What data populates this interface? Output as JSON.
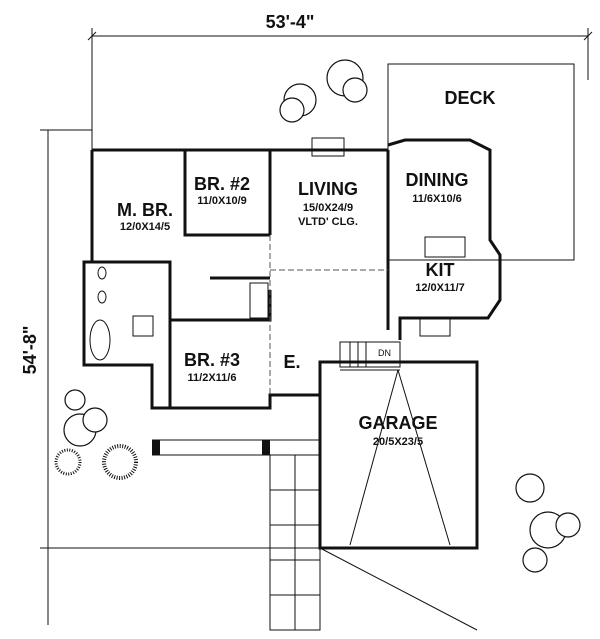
{
  "dimensions": {
    "width": "53'-4\"",
    "depth": "54'-8\""
  },
  "rooms": {
    "deck": {
      "name": "DECK"
    },
    "dining": {
      "name": "DINING",
      "size": "11/6X10/6"
    },
    "living": {
      "name": "LIVING",
      "size": "15/0X24/9",
      "note": "VLTD' CLG."
    },
    "master": {
      "name": "M. BR.",
      "size": "12/0X14/5"
    },
    "br2": {
      "name": "BR. #2",
      "size": "11/0X10/9"
    },
    "kit": {
      "name": "KIT",
      "size": "12/0X11/7"
    },
    "br3": {
      "name": "BR. #3",
      "size": "11/2X11/6"
    },
    "entry": {
      "name": "E."
    },
    "garage": {
      "name": "GARAGE",
      "size": "20/5X23/5"
    }
  },
  "stairs": {
    "label": "DN"
  }
}
